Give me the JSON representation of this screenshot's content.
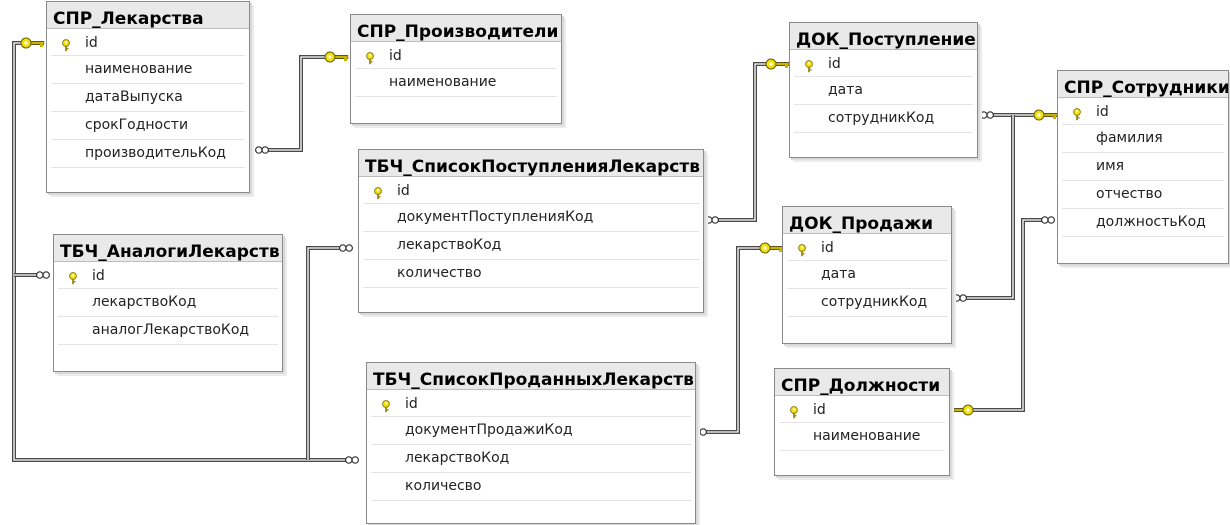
{
  "tables": {
    "t_lek": {
      "title": "СПР_Лекарства",
      "rows": [
        "id",
        "наименование",
        "датаВыпуска",
        "срокГодности",
        "производительКод"
      ]
    },
    "t_proizv": {
      "title": "СПР_Производители",
      "rows": [
        "id",
        "наименование"
      ]
    },
    "t_postupl": {
      "title": "ДОК_Поступление",
      "rows": [
        "id",
        "дата",
        "сотрудникКод"
      ]
    },
    "t_sotr": {
      "title": "СПР_Сотрудники",
      "rows": [
        "id",
        "фамилия",
        "имя",
        "отчество",
        "должностьКод"
      ]
    },
    "t_spisok_post": {
      "title": "ТБЧ_СписокПоступленияЛекарств",
      "rows": [
        "id",
        "документПоступленияКод",
        "лекарствоКод",
        "количество"
      ]
    },
    "t_analogi": {
      "title": "ТБЧ_АналогиЛекарств",
      "rows": [
        "id",
        "лекарствоКод",
        "аналогЛекарствоКод"
      ]
    },
    "t_prodazhi": {
      "title": "ДОК_Продажи",
      "rows": [
        "id",
        "дата",
        "сотрудникКод"
      ]
    },
    "t_spisok_prod": {
      "title": "ТБЧ_СписокПроданныхЛекарств",
      "rows": [
        "id",
        "документПродажиКод",
        "лекарствоКод",
        "количесво"
      ]
    },
    "t_dolzh": {
      "title": "СПР_Должности",
      "rows": [
        "id",
        "наименование"
      ]
    }
  },
  "colors": {
    "key": "#f2e00c",
    "line": "#4a4a4a",
    "header": "#e9e9e9"
  }
}
